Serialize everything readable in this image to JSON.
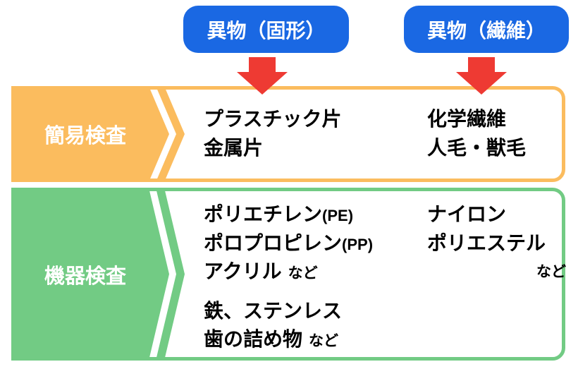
{
  "colors": {
    "blue": "#1A68E3",
    "red": "#EE3A33",
    "orange": "#FBBC5E",
    "green": "#72CB84",
    "text": "#000000"
  },
  "badges": [
    {
      "label": "異物（固形）"
    },
    {
      "label": "異物（繊維）"
    }
  ],
  "simple_row": {
    "label": "簡易検査",
    "solid_lines": [
      "プラスチック片",
      "金属片"
    ],
    "fiber_lines": [
      "化学繊維",
      "人毛・獣毛"
    ]
  },
  "instrument_row": {
    "label": "機器検査",
    "plastics": [
      {
        "name": "ポリエチレン",
        "code": "(PE)"
      },
      {
        "name": "ポロプロピレン",
        "code": "(PP)"
      },
      {
        "name": "アクリル",
        "etc": "など"
      }
    ],
    "metals": [
      {
        "name": "鉄、ステンレス"
      },
      {
        "name": "歯の詰め物",
        "etc": "など"
      }
    ],
    "fibers": [
      "ナイロン",
      "ポリエステル"
    ],
    "fibers_etc": "など"
  }
}
